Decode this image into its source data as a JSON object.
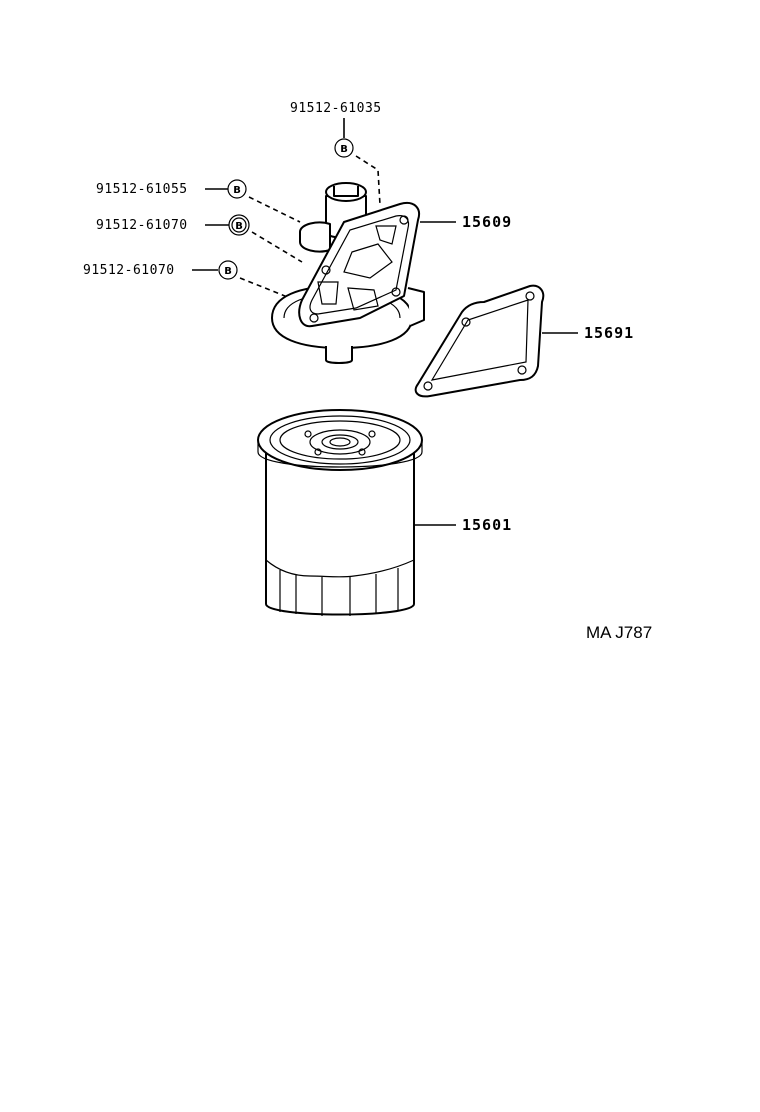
{
  "parts": {
    "bolt_top": "91512-61035",
    "bolt_1": "91512-61055",
    "bolt_2": "91512-61070",
    "bolt_3": "91512-61070",
    "bracket": "15609",
    "gasket": "15691",
    "filter": "15601"
  },
  "badge_letter": "B",
  "diagram_code": "MA J787"
}
